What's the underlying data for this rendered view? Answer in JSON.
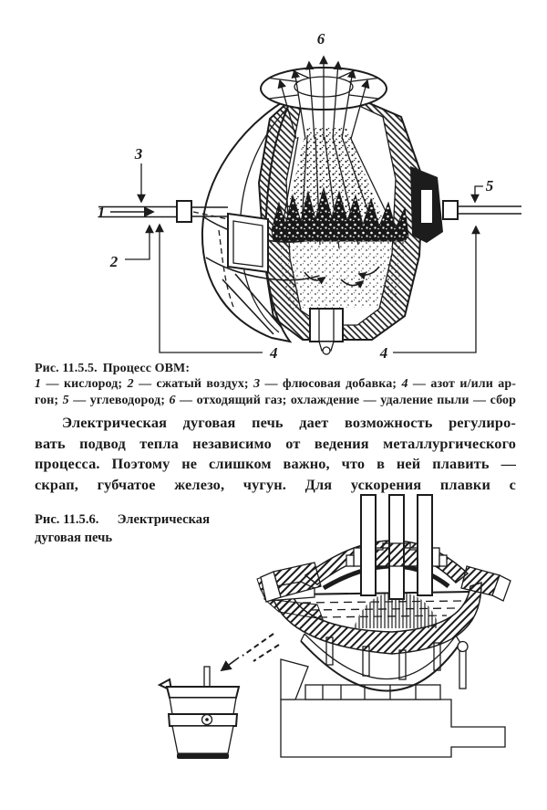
{
  "page": {
    "bg": "#ffffff",
    "ink": "#1c1c1c"
  },
  "figure1": {
    "labels": {
      "n1": "1",
      "n2": "2",
      "n3": "3",
      "n4_left": "4",
      "n4_right": "4",
      "n5": "5",
      "n6": "6"
    },
    "caption": {
      "label": "Рис. 11.5.5.",
      "title": "Процесс ОВМ:"
    },
    "legend1": [
      "1",
      " — кислород; ",
      "2",
      " — сжатый воздух; ",
      "3",
      " — флюсовая добавка; ",
      "4",
      " — азот и/или ар-"
    ],
    "legend2": [
      "гон; ",
      "5",
      " — углеводород; ",
      "6",
      " — отходящий газ; охлаждение — удаление пыли — сбор"
    ]
  },
  "body_text": {
    "lines": [
      "Электрическая дуговая печь дает возможность регулиро-",
      "вать подвод тепла независимо от ведения металлургического",
      "процесса. Поэтому не слишком важно, что в ней плавить —",
      "скрап, губчатое железо, чугун. Для ускорения плавки с"
    ]
  },
  "figure2": {
    "caption": {
      "label": "Рис. 11.5.6.",
      "title_line1": "Электрическая",
      "title_line2": "дуговая печь"
    }
  }
}
